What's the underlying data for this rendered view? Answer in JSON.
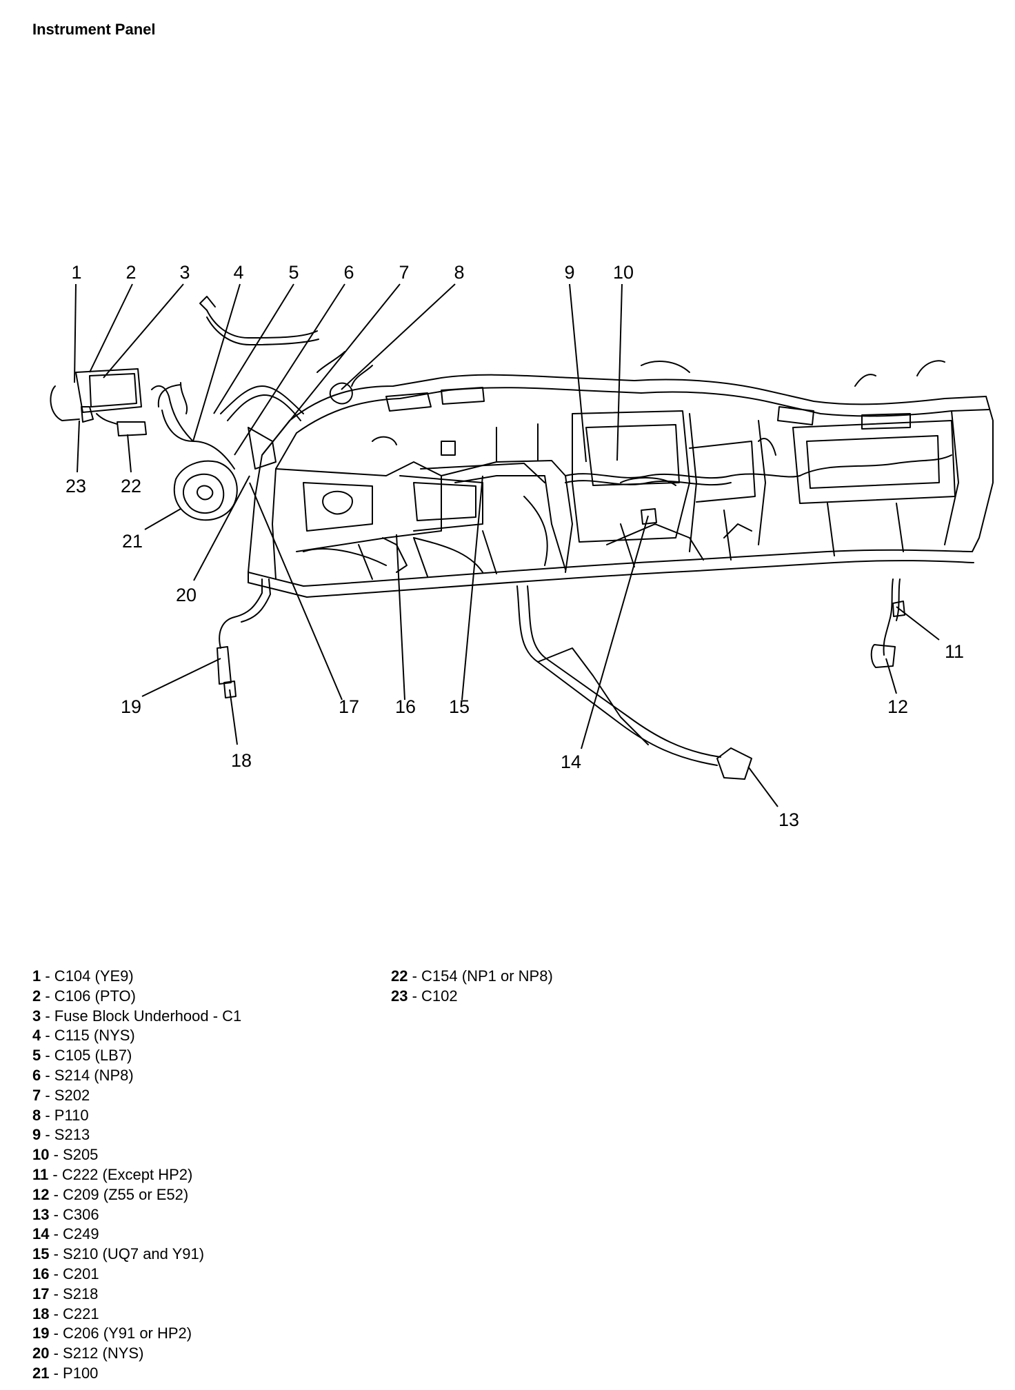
{
  "title": "Instrument Panel",
  "callouts": [
    {
      "n": "1"
    },
    {
      "n": "2"
    },
    {
      "n": "3"
    },
    {
      "n": "4"
    },
    {
      "n": "5"
    },
    {
      "n": "6"
    },
    {
      "n": "7"
    },
    {
      "n": "8"
    },
    {
      "n": "9"
    },
    {
      "n": "10"
    },
    {
      "n": "11"
    },
    {
      "n": "12"
    },
    {
      "n": "13"
    },
    {
      "n": "14"
    },
    {
      "n": "15"
    },
    {
      "n": "16"
    },
    {
      "n": "17"
    },
    {
      "n": "18"
    },
    {
      "n": "19"
    },
    {
      "n": "20"
    },
    {
      "n": "21"
    },
    {
      "n": "22"
    },
    {
      "n": "23"
    }
  ],
  "legend": [
    {
      "num": "1",
      "text": " - C104 (YE9)"
    },
    {
      "num": "2",
      "text": " - C106 (PTO)"
    },
    {
      "num": "3",
      "text": " - Fuse Block Underhood - C1"
    },
    {
      "num": "4",
      "text": " - C115 (NYS)"
    },
    {
      "num": "5",
      "text": " - C105 (LB7)"
    },
    {
      "num": "6",
      "text": " - S214 (NP8)"
    },
    {
      "num": "7",
      "text": " - S202"
    },
    {
      "num": "8",
      "text": " - P110"
    },
    {
      "num": "9",
      "text": " - S213"
    },
    {
      "num": "10",
      "text": " - S205"
    },
    {
      "num": "11",
      "text": " - C222 (Except HP2)"
    },
    {
      "num": "12",
      "text": " - C209 (Z55 or E52)"
    },
    {
      "num": "13",
      "text": " - C306"
    },
    {
      "num": "14",
      "text": " - C249"
    },
    {
      "num": "15",
      "text": " - S210 (UQ7 and Y91)"
    },
    {
      "num": "16",
      "text": " - C201"
    },
    {
      "num": "17",
      "text": " - S218"
    },
    {
      "num": "18",
      "text": " - C221"
    },
    {
      "num": "19",
      "text": " - C206 (Y91 or HP2)"
    },
    {
      "num": "20",
      "text": " - S212 (NYS)"
    },
    {
      "num": "21",
      "text": " - P100"
    },
    {
      "num": "22",
      "text": " - C154 (NP1 or NP8)"
    },
    {
      "num": "23",
      "text": " - C102"
    }
  ]
}
